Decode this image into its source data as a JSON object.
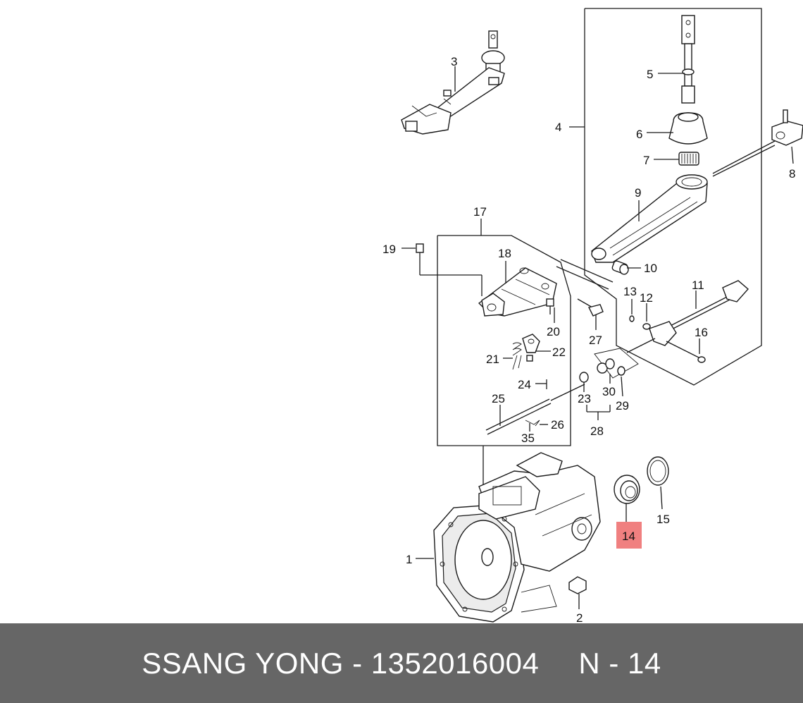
{
  "diagram": {
    "callouts": {
      "c1": "1",
      "c2": "2",
      "c3": "3",
      "c4": "4",
      "c5": "5",
      "c6": "6",
      "c7": "7",
      "c8": "8",
      "c9": "9",
      "c10": "10",
      "c11": "11",
      "c12": "12",
      "c13": "13",
      "c14": "14",
      "c15": "15",
      "c16": "16",
      "c17": "17",
      "c18": "18",
      "c19": "19",
      "c20": "20",
      "c21": "21",
      "c22": "22",
      "c23": "23",
      "c24": "24",
      "c25": "25",
      "c26": "26",
      "c27": "27",
      "c28": "28",
      "c29": "29",
      "c30": "30",
      "c35": "35"
    },
    "highlight_color": "#f08080"
  },
  "footer": {
    "brand_part": "SSANG YONG - 1352016004",
    "item_ref": "N - 14",
    "background": "#666666"
  }
}
